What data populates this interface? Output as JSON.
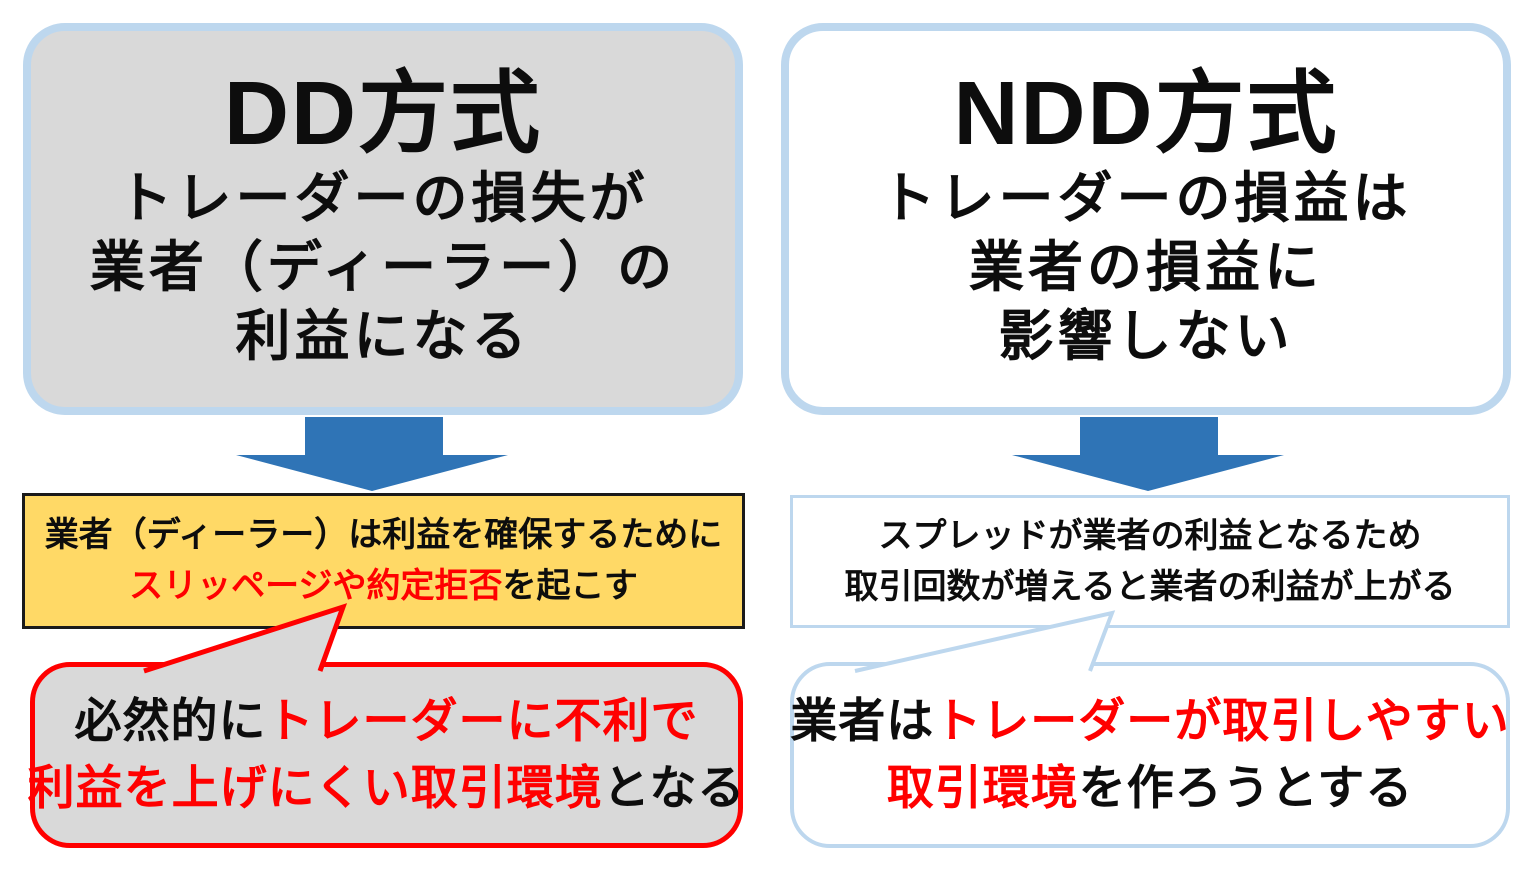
{
  "colors": {
    "light_blue_border": "#bdd7ee",
    "gray_fill": "#d9d9d9",
    "yellow_fill": "#ffd966",
    "arrow_blue": "#2f74b6",
    "accent_red": "#ff0000",
    "text_black": "#0d0d0d"
  },
  "left": {
    "top_box": {
      "title": "DD方式",
      "lines": [
        "トレーダーの損失が",
        "業者（ディーラー）の",
        "利益になる"
      ]
    },
    "mid_box": {
      "line1": "業者（ディーラー）は利益を確保するために",
      "line2_red": "スリッページや約定拒否",
      "line2_black": "を起こす"
    },
    "bubble": {
      "line1_black": "必然的に",
      "line1_red": "トレーダーに不利で",
      "line2_red": "利益を上げにくい取引環境",
      "line2_black": "となる"
    }
  },
  "right": {
    "top_box": {
      "title": "NDD方式",
      "lines": [
        "トレーダーの損益は",
        "業者の損益に",
        "影響しない"
      ]
    },
    "mid_box": {
      "line1": "スプレッドが業者の利益となるため",
      "line2": "取引回数が増えると業者の利益が上がる"
    },
    "bubble": {
      "line1_black": "業者は",
      "line1_red": "トレーダーが取引しやすい",
      "line2_red": "取引環境",
      "line2_black": "を作ろうとする"
    }
  }
}
